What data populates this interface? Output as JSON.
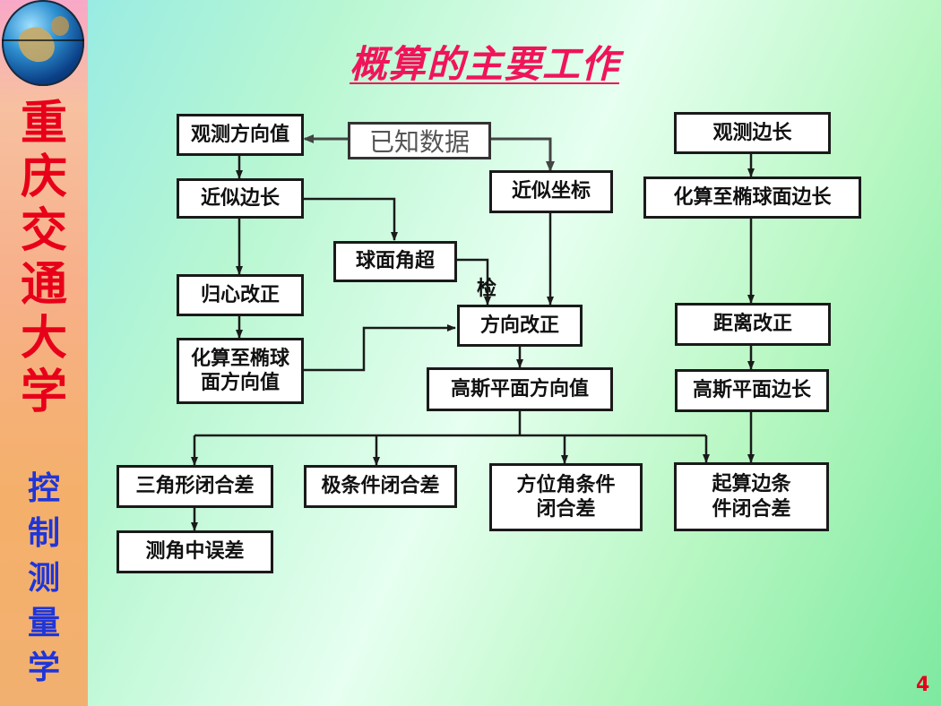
{
  "title": "概算的主要工作",
  "sidebar": {
    "school_chars": [
      "重",
      "庆",
      "交",
      "通",
      "大",
      "学"
    ],
    "course_chars": [
      "控",
      "制",
      "测",
      "量",
      "学"
    ]
  },
  "page_number": "4",
  "flowchart": {
    "known_data": "已知数据",
    "obs_direction": "观测方向值",
    "approx_side": "近似边长",
    "approx_coord": "近似坐标",
    "spherical_excess": "球面角超",
    "check_label": "检",
    "centering_corr": "归心改正",
    "reduce_ellipsoid_dir": "化算至椭球\n面方向值",
    "direction_corr": "方向改正",
    "gauss_direction": "高斯平面方向值",
    "triangle_closure": "三角形闭合差",
    "angle_rms": "测角中误差",
    "polar_closure": "极条件闭合差",
    "azimuth_closure": "方位角条件\n闭合差",
    "obs_side": "观测边长",
    "reduce_ellipsoid_side": "化算至椭球面边长",
    "distance_corr": "距离改正",
    "gauss_side": "高斯平面边长",
    "base_side_closure": "起算边条\n件闭合差"
  }
}
